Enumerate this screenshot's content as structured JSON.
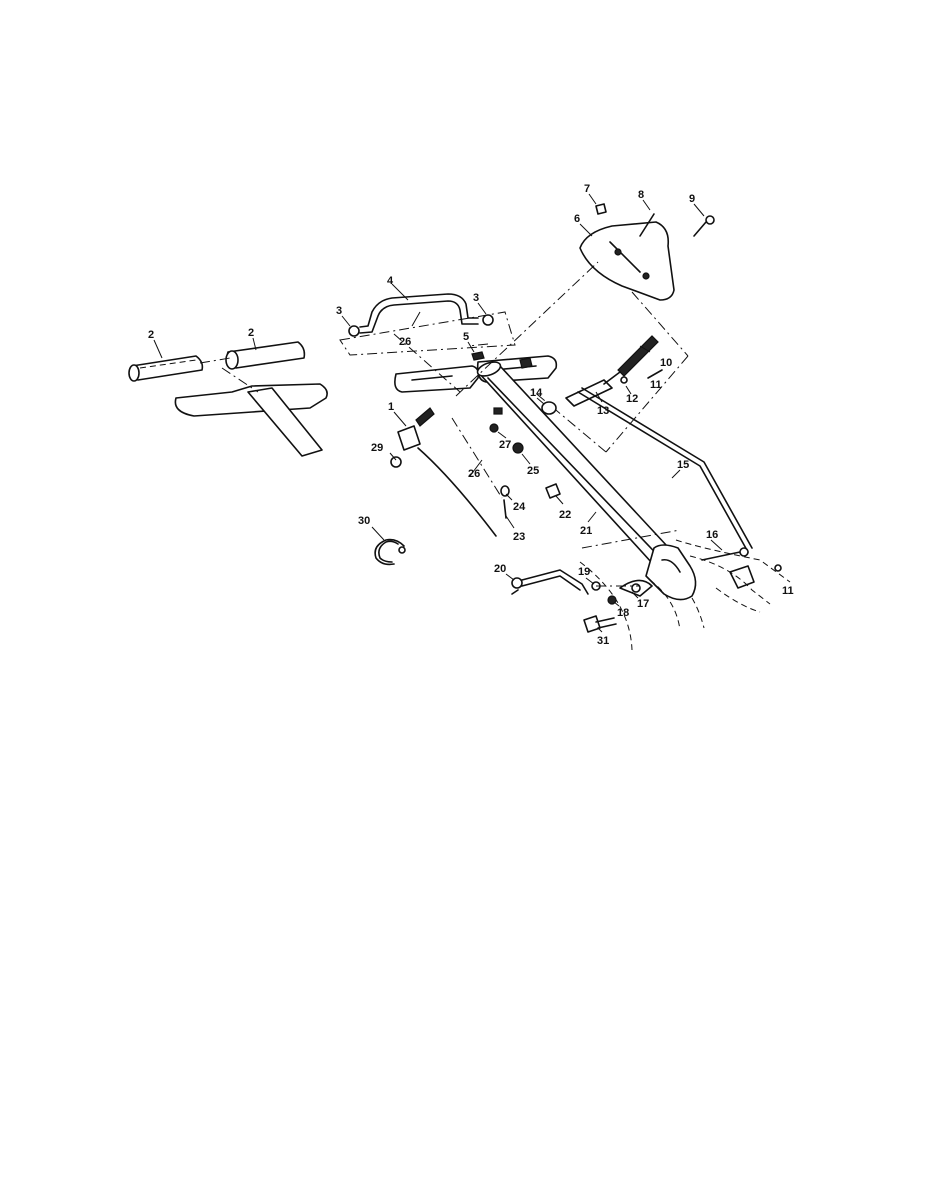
{
  "diagram": {
    "callouts": {
      "c1": "1",
      "c2a": "2",
      "c2b": "2",
      "c3a": "3",
      "c3b": "3",
      "c4": "4",
      "c5": "5",
      "c6": "6",
      "c7": "7",
      "c8": "8",
      "c9": "9",
      "c10": "10",
      "c11a": "11",
      "c11b": "11",
      "c12": "12",
      "c13": "13",
      "c14": "14",
      "c15": "15",
      "c16": "16",
      "c17": "17",
      "c18": "18",
      "c19": "19",
      "c20": "20",
      "c21": "21",
      "c22": "22",
      "c23": "23",
      "c24": "24",
      "c25": "25",
      "c26a": "26",
      "c26b": "26",
      "c27": "27",
      "c29": "29",
      "c30": "30",
      "c31": "31"
    }
  }
}
